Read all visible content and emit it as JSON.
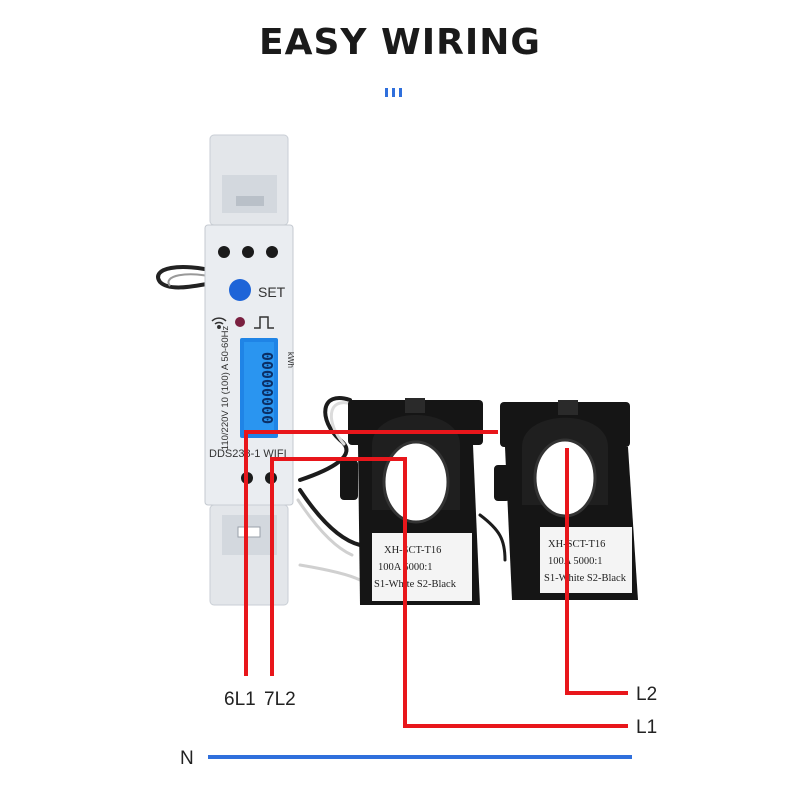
{
  "title": "EASY WIRING",
  "colors": {
    "phase_wire": "#e8161b",
    "neutral_wire": "#2f6fdc",
    "accent": "#2f6fdc",
    "meter_body": "#eaedf1",
    "lcd": "#1f84e6",
    "set_button": "#1d64d8",
    "ct_body": "#151515"
  },
  "meter": {
    "model": "DDS238-1 WIFI",
    "rating": "110/220V 10 (100) A 50-60Hz",
    "set_label": "SET",
    "unit": "kWh",
    "display_digits": "00000000",
    "icons": [
      "wifi-icon",
      "pulse-icon",
      "set-button",
      "led-indicator"
    ]
  },
  "ct_left": {
    "model": "XH-SCT-T16",
    "rating": "100A 5000:1",
    "leads": "S1-White  S2-Black"
  },
  "ct_right": {
    "model": "XH-SCT-T16",
    "rating": "100A 5000:1",
    "leads": "S1-White  S2-Black"
  },
  "labels": {
    "terminal_left": "6L1",
    "terminal_right": "7L2",
    "line2": "L2",
    "line1": "L1",
    "neutral": "N"
  }
}
